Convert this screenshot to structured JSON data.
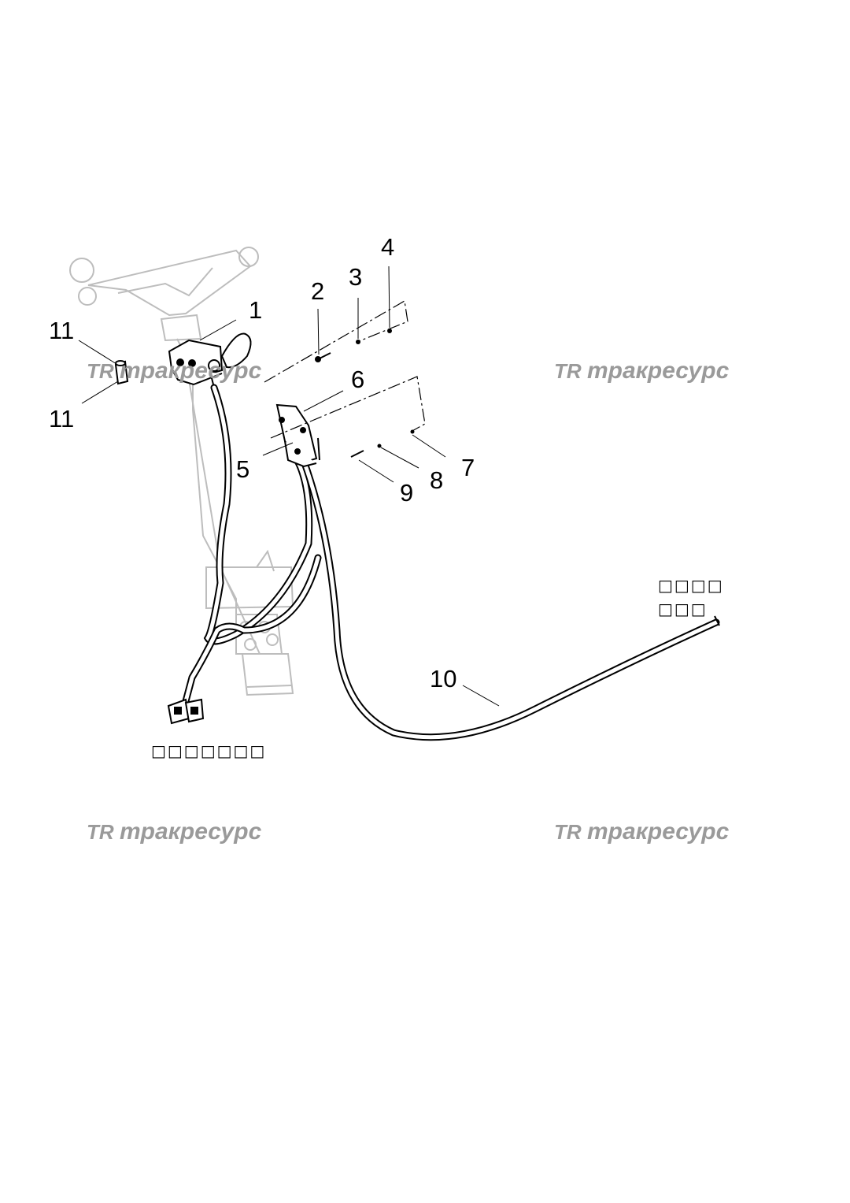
{
  "callouts": {
    "c1": "1",
    "c2": "2",
    "c3": "3",
    "c4": "4",
    "c5": "5",
    "c6": "6",
    "c7": "7",
    "c8": "8",
    "c9": "9",
    "c10": "10",
    "c11a": "11",
    "c11b": "11"
  },
  "unreadable_labels": {
    "right_cable_end_line1": "□□□□",
    "right_cable_end_line2": "□□□",
    "connector_label": "□□□□□□□"
  },
  "watermark": {
    "logo": "TR",
    "text": "тракресурс"
  },
  "colors": {
    "line": "#000000",
    "ghost": "#bdbdbd",
    "watermark": "#9a9a9a"
  }
}
